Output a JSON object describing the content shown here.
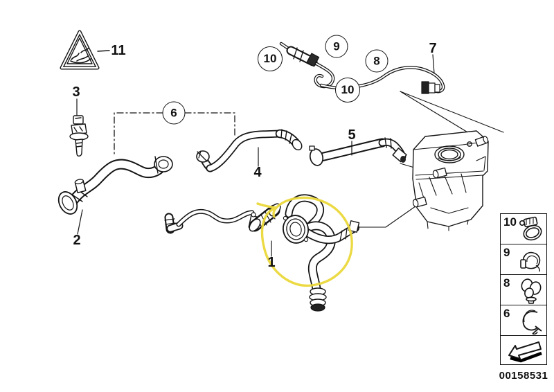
{
  "figure": {
    "type": "parts-diagram",
    "doc_number": "00158531",
    "colors": {
      "line": "#141414",
      "highlight": "#ecd93c",
      "background": "#ffffff"
    },
    "callouts": {
      "c1": "1",
      "c2": "2",
      "c3": "3",
      "c4": "4",
      "c5": "5",
      "c6": "6",
      "c7": "7",
      "c8": "8",
      "c9": "9",
      "c10a": "10",
      "c10b": "10",
      "c11": "11"
    },
    "legend": {
      "rows": [
        {
          "label": "10",
          "icon": "hose-clamp-icon"
        },
        {
          "label": "9",
          "icon": "pipe-clip-icon"
        },
        {
          "label": "8",
          "icon": "double-clip-icon"
        },
        {
          "label": "6",
          "icon": "spring-clamp-icon"
        }
      ],
      "footer_icon": "direction-arrow-icon"
    },
    "icons": {
      "warning": "scald-warning-triangle-icon"
    }
  }
}
